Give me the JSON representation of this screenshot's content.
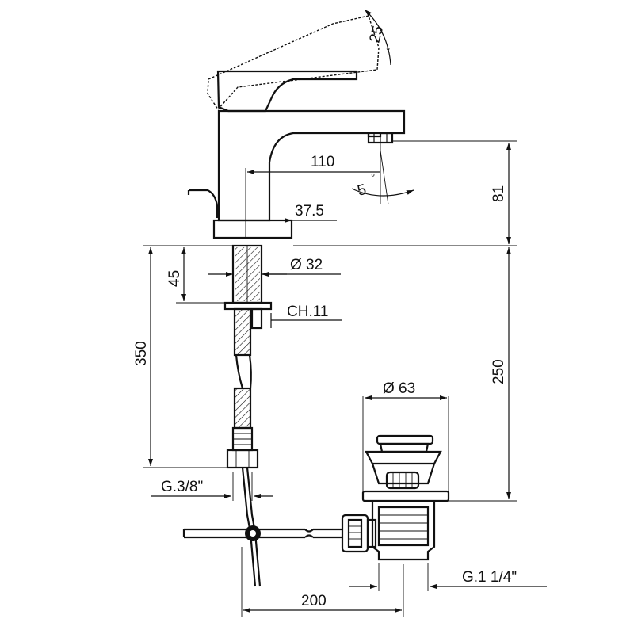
{
  "dimensions": {
    "lever_angle": "25",
    "lever_angle_unit": "°",
    "spout_angle": "5",
    "spout_angle_unit": "°",
    "spout_reach": "110",
    "spout_height": "81",
    "body_offset": "37.5",
    "shank_length": "45",
    "shank_diameter": "Ø 32",
    "nut_wrench": "CH.11",
    "hose_length": "350",
    "deck_to_waste": "250",
    "waste_diameter": "Ø 63",
    "hose_thread": "G.3/8\"",
    "waste_thread": "G.1 1/4\"",
    "spacing": "200"
  }
}
